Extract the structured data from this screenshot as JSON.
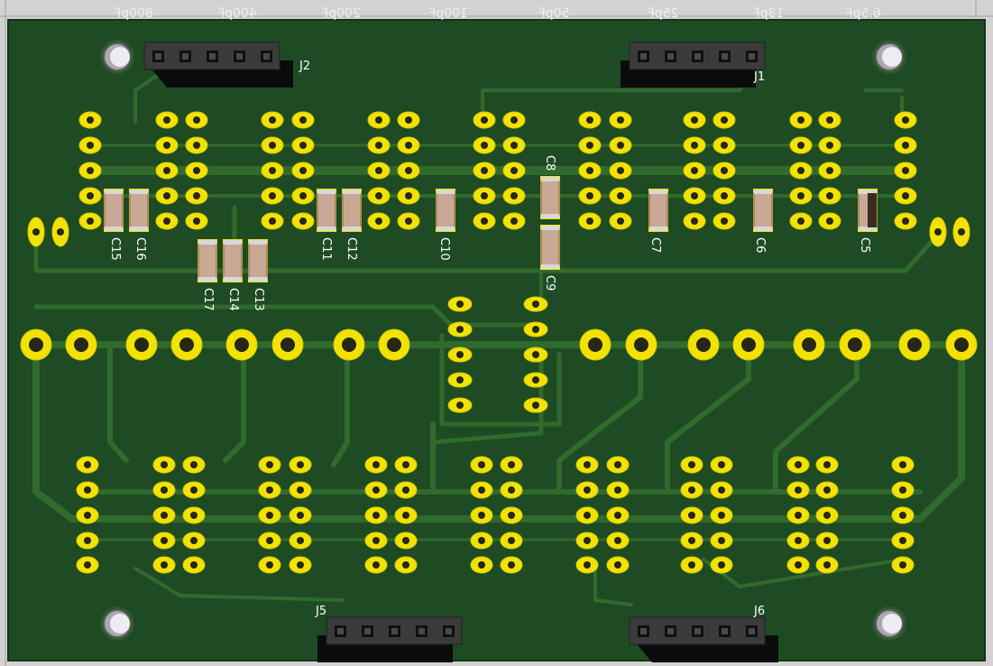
{
  "viewer": {
    "background": "#d2d2d2"
  },
  "board": {
    "color": "#1e4b23",
    "trace_color": "#306a2d",
    "pad_color": "#f2e200",
    "pad_ring_color": "#d8c800",
    "silk_color": "#ffffff"
  },
  "top_mirrored_labels": [
    "800pF",
    "400pF",
    "200pF",
    "100pF",
    "50pF",
    "25pF",
    "13pF",
    "6.5pF"
  ],
  "connectors": [
    {
      "ref": "J2",
      "pins": 5
    },
    {
      "ref": "J1",
      "pins": 5
    },
    {
      "ref": "J5",
      "pins": 5
    },
    {
      "ref": "J6",
      "pins": 5
    }
  ],
  "capacitors": [
    {
      "ref": "C15"
    },
    {
      "ref": "C16"
    },
    {
      "ref": "C17"
    },
    {
      "ref": "C14"
    },
    {
      "ref": "C13"
    },
    {
      "ref": "C11"
    },
    {
      "ref": "C12"
    },
    {
      "ref": "C10"
    },
    {
      "ref": "C8"
    },
    {
      "ref": "C9"
    },
    {
      "ref": "C7"
    },
    {
      "ref": "C6"
    },
    {
      "ref": "C5"
    }
  ],
  "icons": [
    "mounting-hole-icon",
    "pin-header-icon",
    "smd-capacitor-icon",
    "through-hole-pad-icon"
  ]
}
